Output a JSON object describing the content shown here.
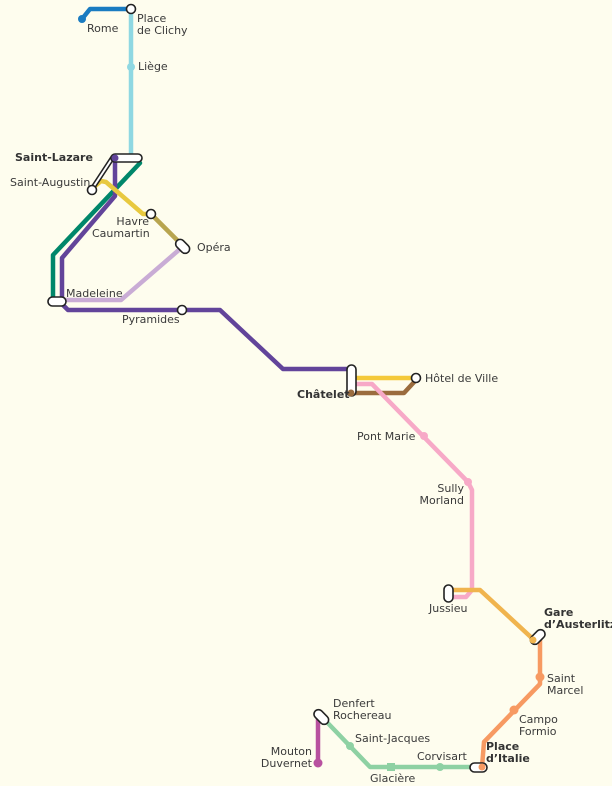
{
  "title": "Paris Metro route map",
  "colors": {
    "line2": "#1a7cc1",
    "line13": "#8fd8e2",
    "line14": "#62449a",
    "line12": "#00876a",
    "line3": "#e8c93f",
    "line3bis": "#b8a54f",
    "line8": "#c9acd5",
    "line1": "#f4c93a",
    "line11": "#9b6c3e",
    "line7": "#f7a9c7",
    "line10": "#f0b44e",
    "line5": "#f79a62",
    "line6": "#8ed1a3",
    "line4": "#b8519f"
  },
  "stations": {
    "rome": "Rome",
    "place_de_clichy": [
      "Place",
      "de Clichy"
    ],
    "liege": "Liège",
    "saint_lazare": "Saint-Lazare",
    "saint_augustin": "Saint-Augustin",
    "havre_caumartin": [
      "Havre",
      "Caumartin"
    ],
    "opera": "Opéra",
    "madeleine": "Madeleine",
    "pyramides": "Pyramides",
    "chatelet": "Châtelet",
    "hotel_de_ville": "Hôtel de Ville",
    "pont_marie": "Pont Marie",
    "sully_morland": [
      "Sully",
      "Morland"
    ],
    "jussieu": "Jussieu",
    "gare_austerlitz": [
      "Gare",
      "d’Austerlitz"
    ],
    "saint_marcel": [
      "Saint",
      "Marcel"
    ],
    "campo_formio": [
      "Campo",
      "Formio"
    ],
    "place_italie": [
      "Place",
      "d’Italie"
    ],
    "denfert_rochereau": [
      "Denfert",
      "Rochereau"
    ],
    "saint_jacques": "Saint-Jacques",
    "glaciere": "Glacière",
    "corvisart": "Corvisart",
    "mouton_duvernet": [
      "Mouton",
      "Duvernet"
    ]
  }
}
